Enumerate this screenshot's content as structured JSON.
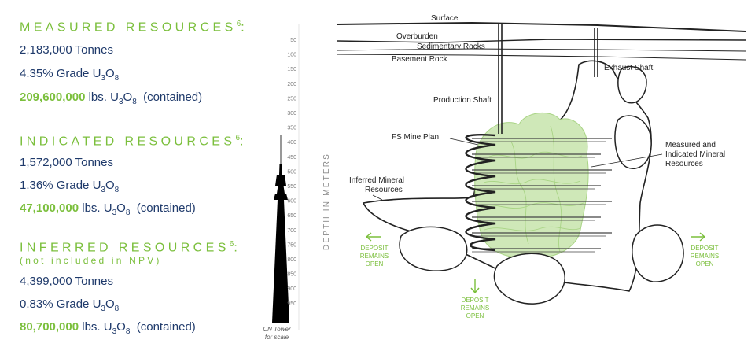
{
  "resources": [
    {
      "heading": "MEASURED RESOURCES",
      "footnote": "6",
      "suffix": ":",
      "tonnes": "2,183,000 Tonnes",
      "grade": "4.35% Grade",
      "pounds_value": "209,600,000",
      "pounds_unit": "lbs.",
      "contained": "(contained)"
    },
    {
      "heading": "INDICATED RESOURCES",
      "footnote": "6",
      "suffix": ":",
      "tonnes": "1,572,000 Tonnes",
      "grade": "1.36% Grade",
      "pounds_value": "47,100,000",
      "pounds_unit": "lbs.",
      "contained": "(contained)"
    },
    {
      "heading": "INFERRED RESOURCES",
      "footnote": "6",
      "suffix": ":",
      "subheading": "(not included in NPV)",
      "tonnes": "4,399,000 Tonnes",
      "grade": "0.83% Grade",
      "pounds_value": "80,700,000",
      "pounds_unit": "lbs.",
      "contained": "(contained)"
    }
  ],
  "formula": {
    "u": "U",
    "sub3": "3",
    "o": "O",
    "sub8": "8"
  },
  "depth_axis": {
    "label": "DEPTH IN METERS",
    "ticks": [
      "50",
      "100",
      "150",
      "200",
      "250",
      "300",
      "350",
      "400",
      "450",
      "500",
      "550",
      "600",
      "650",
      "700",
      "750",
      "800",
      "850",
      "900",
      "950"
    ]
  },
  "cn_tower": {
    "caption_line1": "CN Tower",
    "caption_line2": "for scale"
  },
  "diagram_labels": {
    "surface": "Surface",
    "overburden": "Overburden",
    "sedimentary": "Sedimentary Rocks",
    "basement": "Basement Rock",
    "exhaust_shaft": "Exhaust Shaft",
    "production_shaft": "Production Shaft",
    "fs_mine_plan": "FS Mine Plan",
    "measured_indicated": [
      "Measured and",
      "Indicated Mineral",
      "Resources"
    ],
    "inferred": [
      "Inferred Mineral",
      "Resources"
    ]
  },
  "deposit_notes": {
    "left": [
      "DEPOSIT",
      "REMAINS",
      "OPEN"
    ],
    "bottom": [
      "DEPOSIT",
      "REMAINS",
      "OPEN"
    ],
    "right": [
      "DEPOSIT",
      "REMAINS",
      "OPEN"
    ]
  },
  "colors": {
    "green": "#7bbf3c",
    "navy": "#1f3a6b",
    "ore": "#cfe8b8",
    "ore_dark": "#a9d485",
    "gray": "#9a9a9a"
  }
}
